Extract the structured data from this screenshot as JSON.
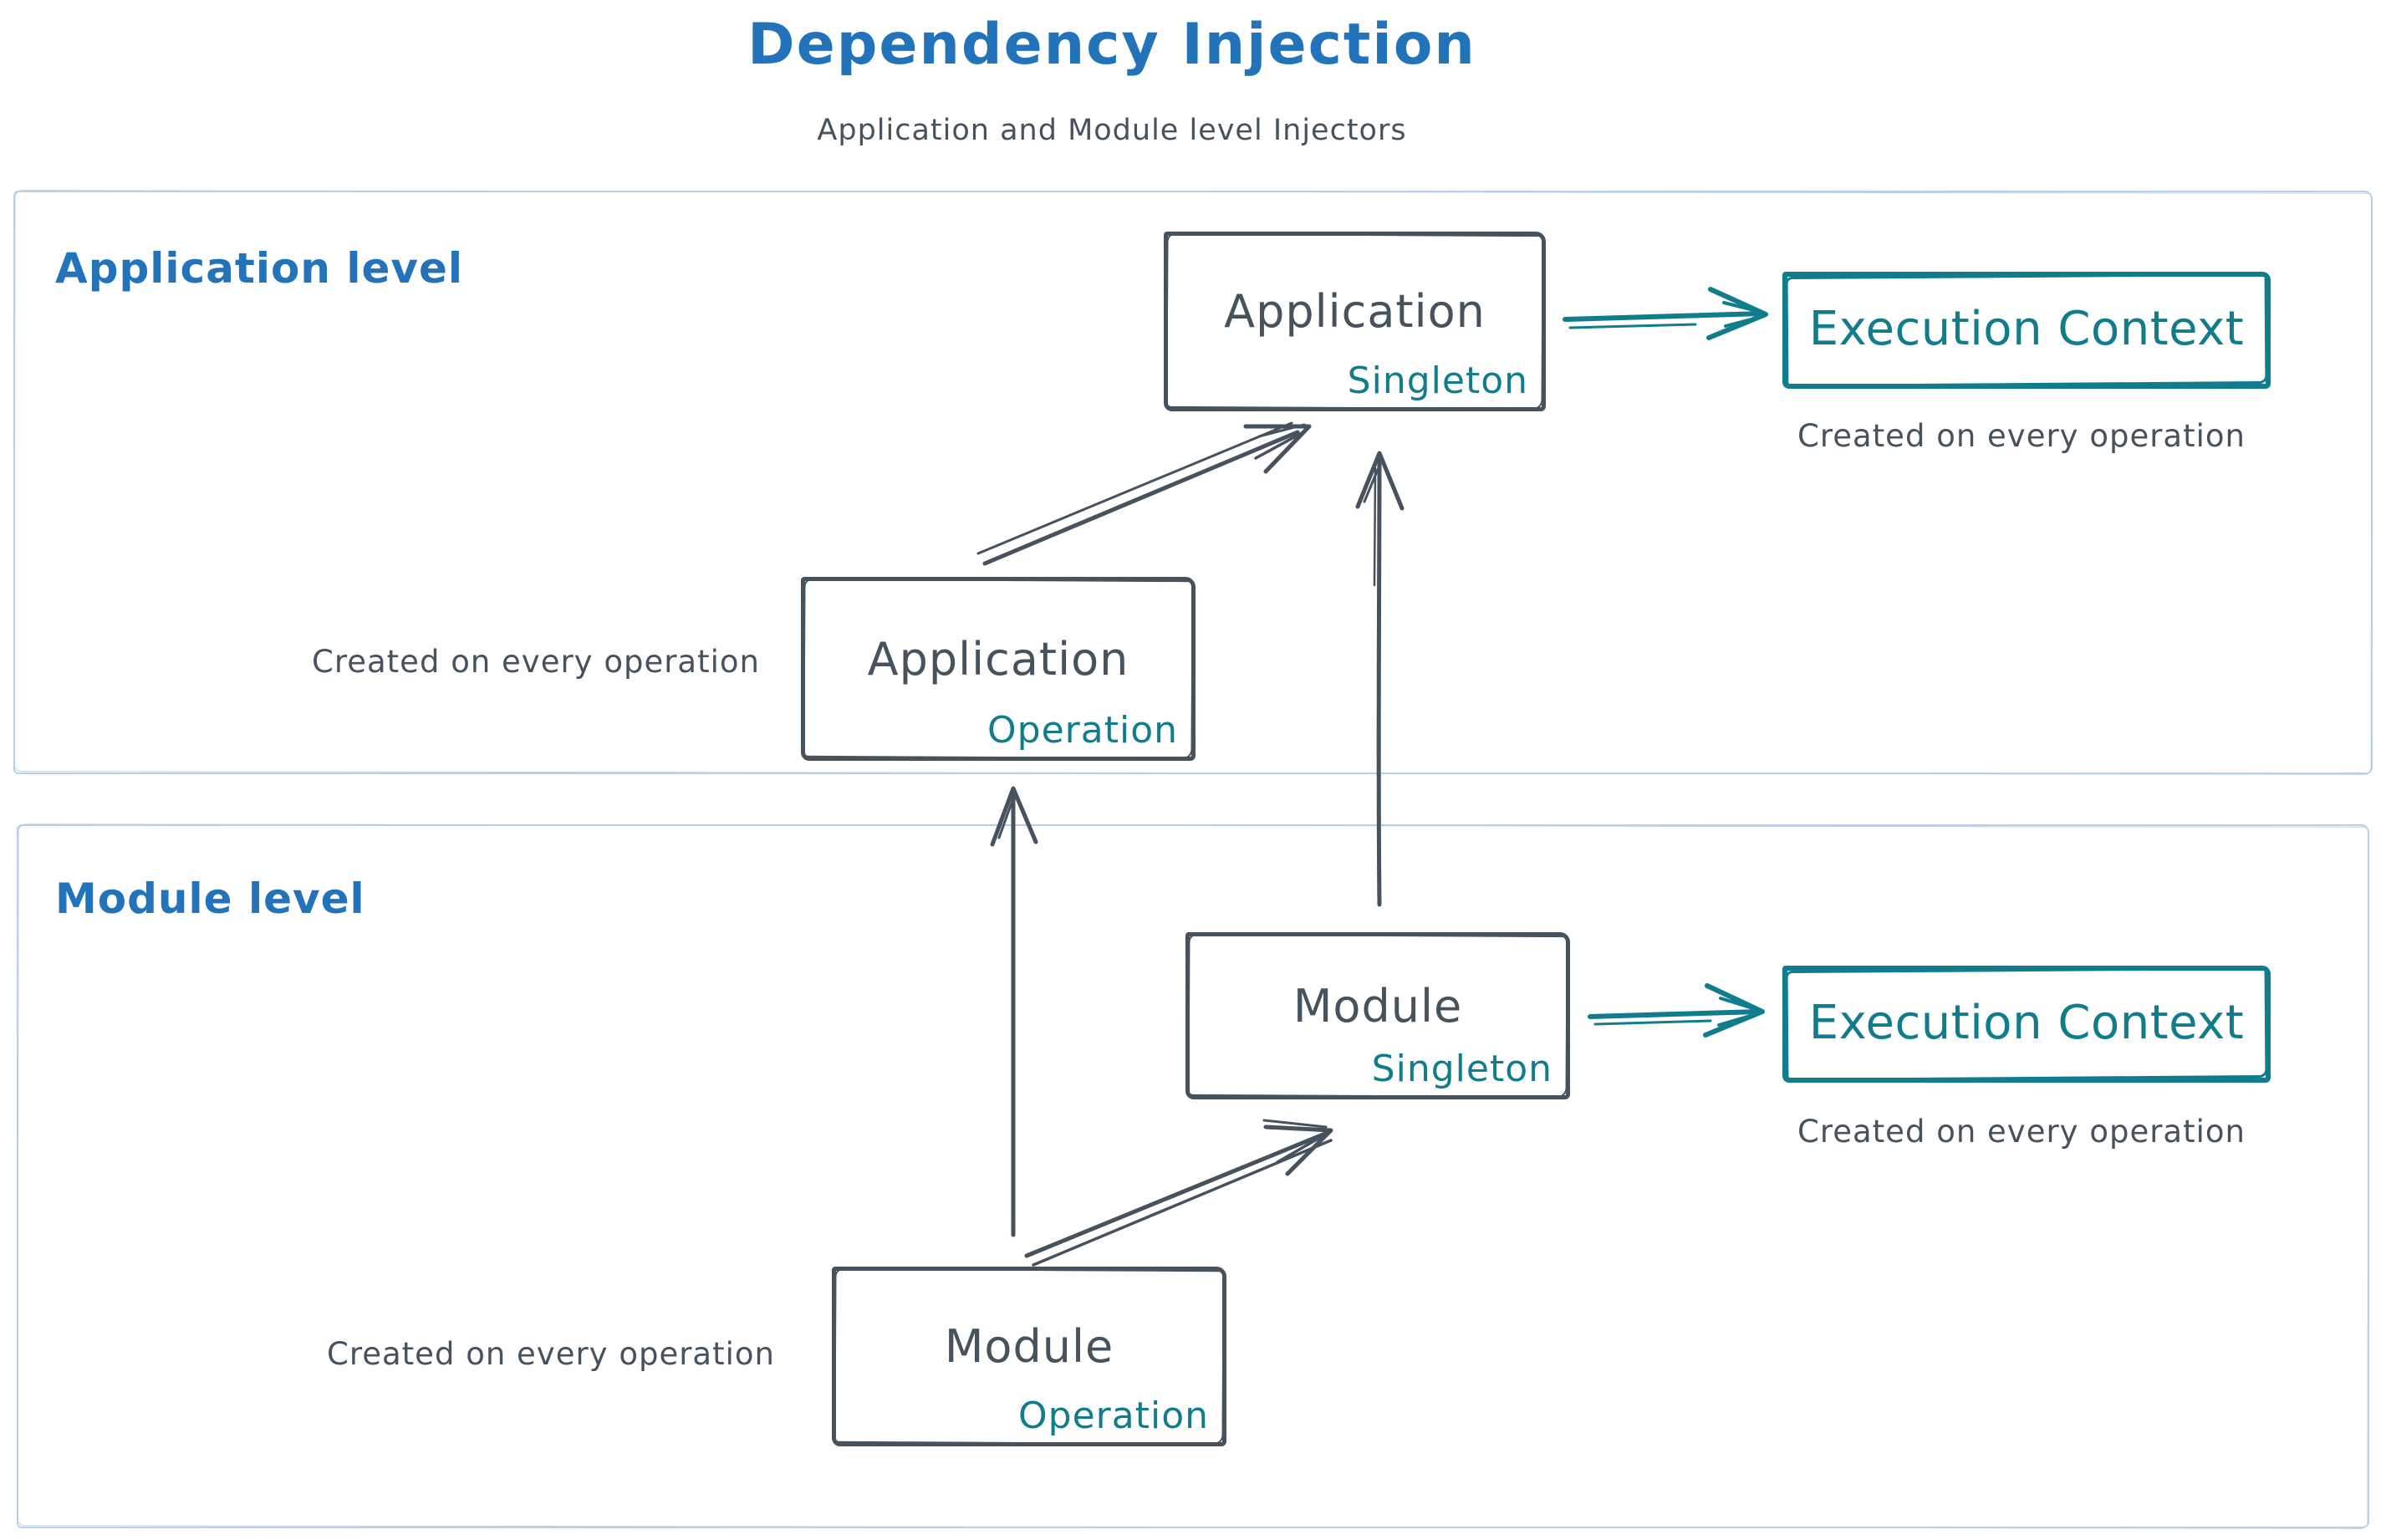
{
  "title": "Dependency Injection",
  "subtitle": "Application and Module level Injectors",
  "colors": {
    "title_blue": "#2273b9",
    "slate_ink": "#46525e",
    "teal_accent": "#117d8c",
    "panel_border_blue": "#b9cfe6"
  },
  "sections": {
    "application": {
      "label": "Application level"
    },
    "module": {
      "label": "Module level"
    }
  },
  "nodes": {
    "app_singleton": {
      "title": "Application",
      "badge": "Singleton"
    },
    "app_operation": {
      "title": "Application",
      "badge": "Operation"
    },
    "module_singleton": {
      "title": "Module",
      "badge": "Singleton"
    },
    "module_operation": {
      "title": "Module",
      "badge": "Operation"
    },
    "exec_context_app": {
      "title": "Execution Context",
      "caption": "Created on every operation"
    },
    "exec_context_module": {
      "title": "Execution Context",
      "caption": "Created on every operation"
    }
  },
  "captions": {
    "app_operation": "Created on every operation",
    "module_operation": "Created on every operation"
  }
}
